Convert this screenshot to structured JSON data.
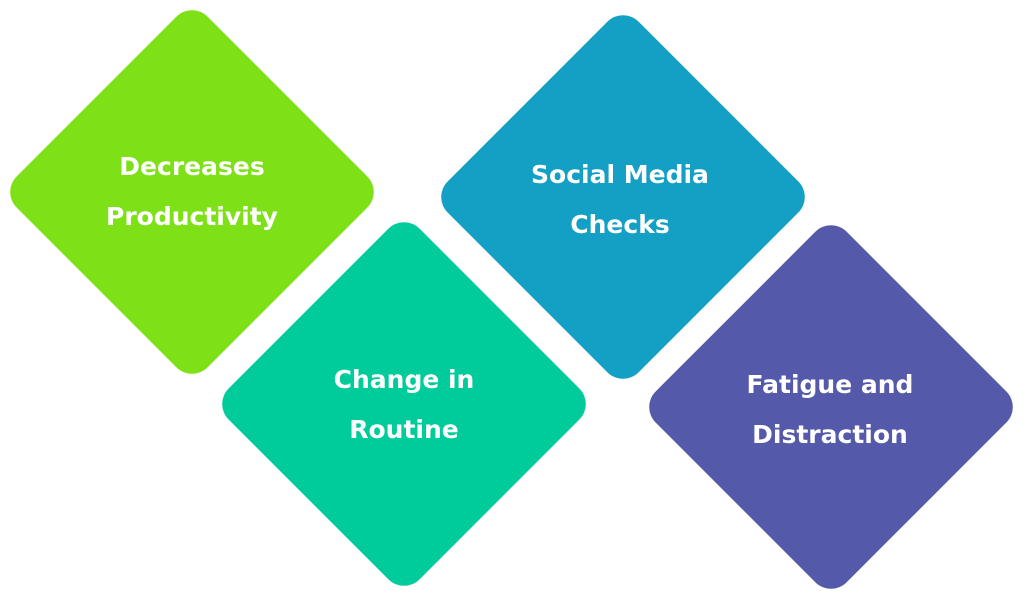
{
  "items": [
    {
      "lines": [
        "Decreases",
        "Productivity"
      ],
      "color": "#7ee016"
    },
    {
      "lines": [
        "Change in",
        "Routine"
      ],
      "color": "#00cb9a"
    },
    {
      "lines": [
        "Social Media",
        "Checks"
      ],
      "color": "#149fc4"
    },
    {
      "lines": [
        "Fatigue and",
        "Distraction"
      ],
      "color": "#5459a9"
    }
  ]
}
